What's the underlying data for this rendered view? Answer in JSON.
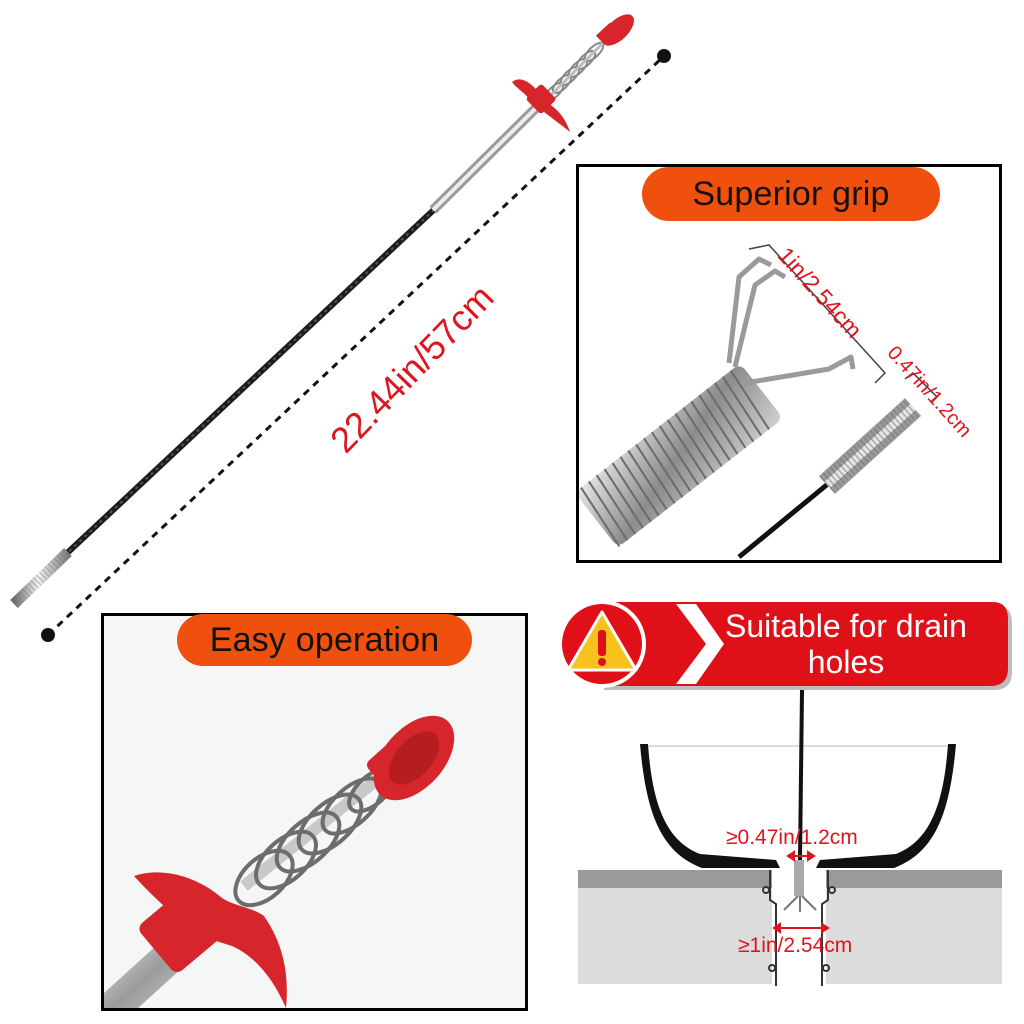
{
  "overall_length": "22.44in/57cm",
  "grip_panel": {
    "title": "Superior grip",
    "claw_length": "1in/2.54cm",
    "tip_diameter": "0.47in/1.2cm"
  },
  "easy_panel": {
    "title": "Easy operation"
  },
  "drain_panel": {
    "banner": "Suitable for drain holes",
    "min_gap": "≥0.47in/1.2cm",
    "min_width": "≥1in/2.54cm"
  },
  "colors": {
    "accent_orange": "#f0500d",
    "banner_red": "#e01018",
    "handle_red": "#d6262b",
    "label_red": "#e0141c",
    "warning_yellow": "#f7c21c"
  },
  "icons": [
    "warning-icon"
  ]
}
